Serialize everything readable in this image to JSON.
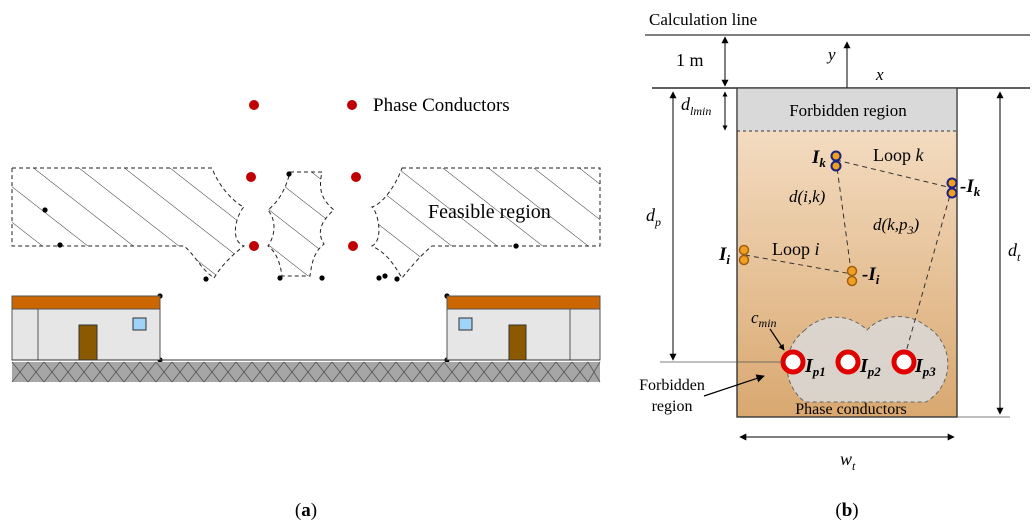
{
  "panel_a": {
    "caption": "(a)",
    "caption_letter": "a",
    "phase_label": "Phase Conductors",
    "feasible_label": "Feasible region"
  },
  "panel_b": {
    "caption": "(b)",
    "caption_letter": "b",
    "calculation_line": "Calculation line",
    "one_m": "1 m",
    "y_axis": "y",
    "x_axis": "x",
    "forbidden_top": "Forbidden region",
    "forbidden_bottom_line1": "Forbidden",
    "forbidden_bottom_line2": "region",
    "phase_conductors": "Phase conductors",
    "loop_k": "Loop k",
    "loop_i": "Loop i",
    "d_ik": "d(i,k)",
    "d_kp3": "d(k,p3)",
    "d_lmin": "dlmin",
    "d_p": "dp",
    "d_t": "dt",
    "w_t": "wt",
    "c_min": "cmin",
    "I_k": "Ik",
    "neg_I_k": "-Ik",
    "I_i": "Ii",
    "neg_I_i": "-Ii",
    "I_p1": "Ip1",
    "I_p2": "Ip2",
    "I_p3": "Ip3"
  },
  "colors": {
    "phase_dot": "#c00000",
    "roof": "#cc6600",
    "wall": "#e6e6e6",
    "door": "#8b5a00",
    "window": "#9fd3f7",
    "ground": "#a6a6a6",
    "forbidden_grey": "#d9d9d9",
    "trench_top": "#f7e3cc",
    "trench_bottom": "#d9a870",
    "conductor_ring": "#e00000",
    "loop_fill": "#f0a020",
    "loop_ring": "#1a237e"
  }
}
